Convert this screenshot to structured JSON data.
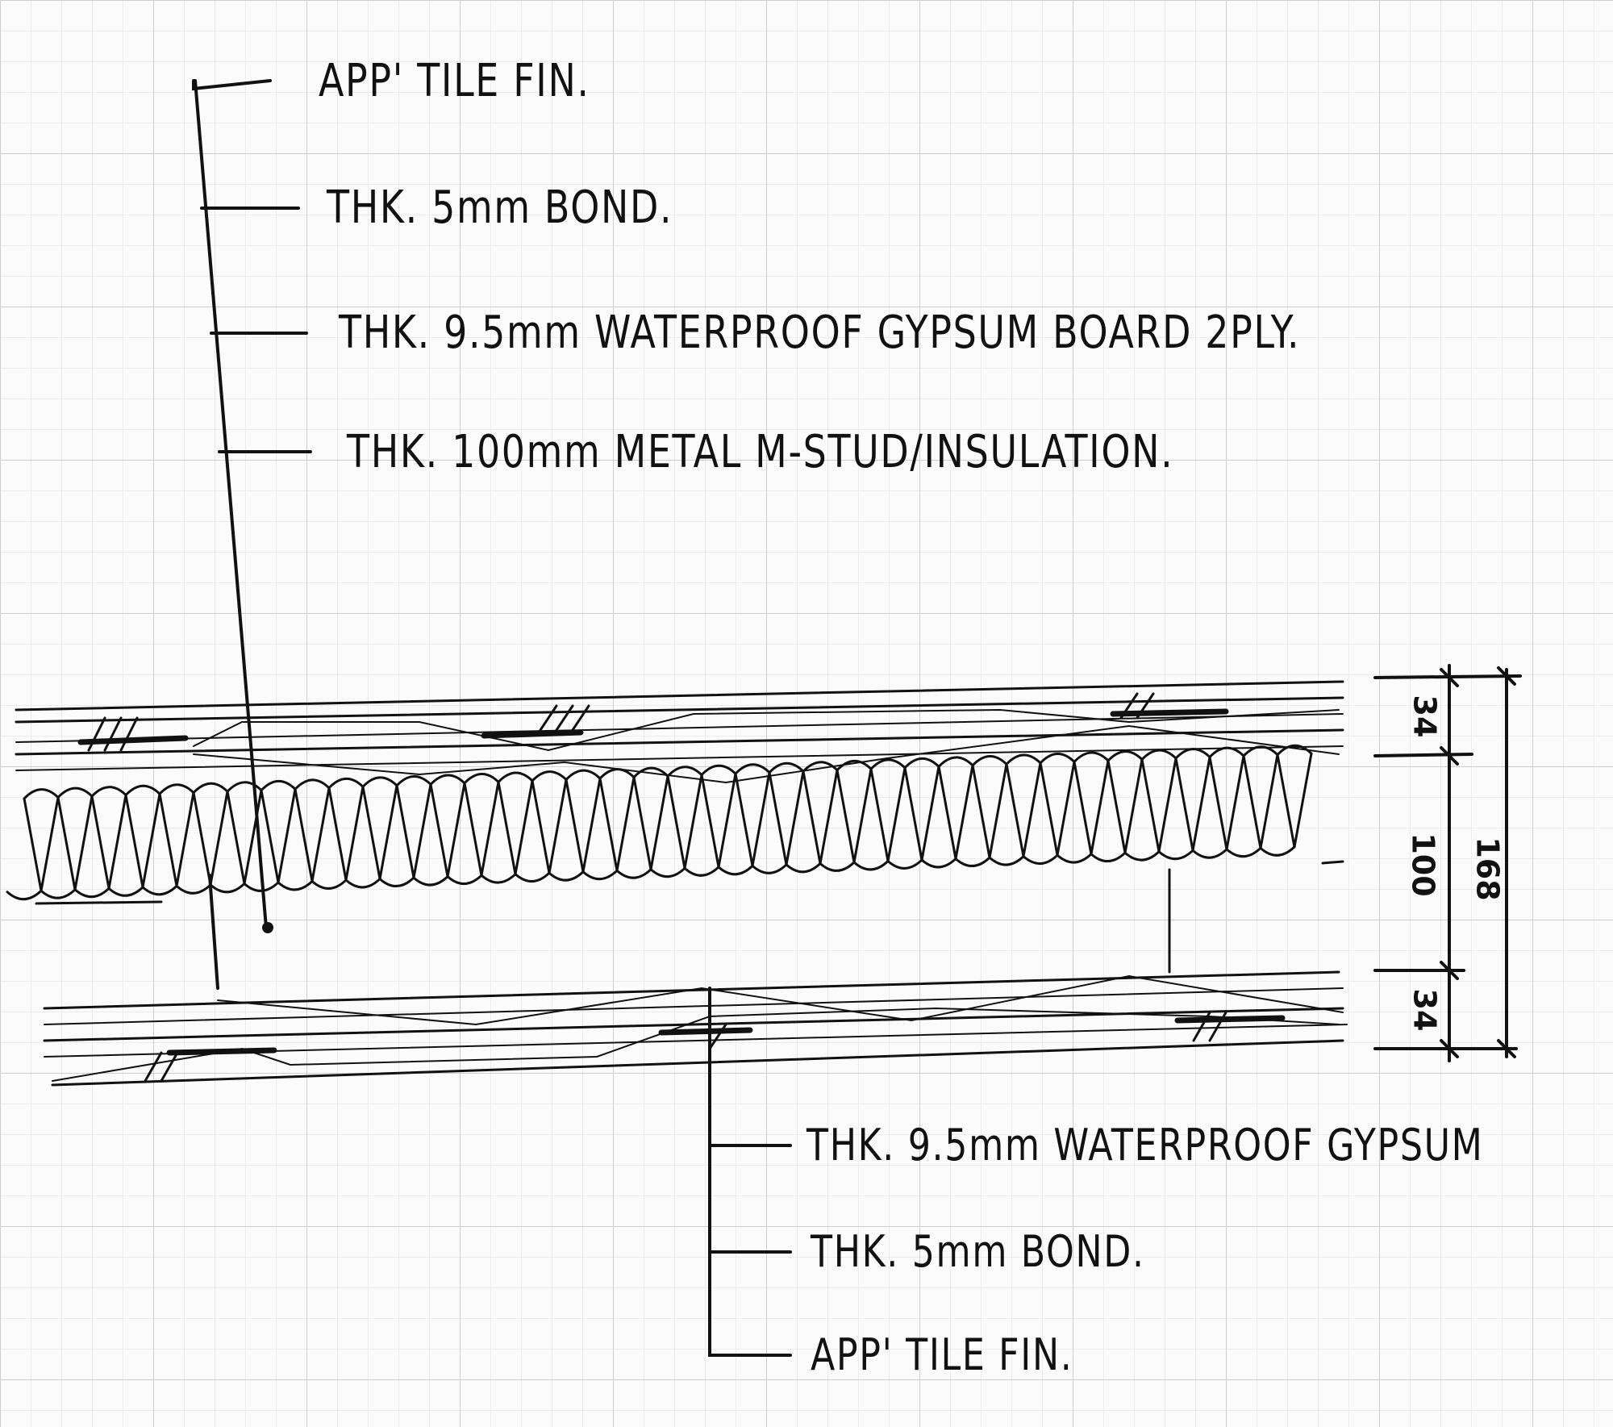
{
  "title": "Wall section sketch - tile / gypsum board / metal stud with insulation",
  "top_callouts": [
    "APP' TILE FIN.",
    "THK. 5mm BOND.",
    "THK. 9.5mm WATERPROOF GYPSUM BOARD 2PLY.",
    "THK. 100mm METAL M-STUD/INSULATION."
  ],
  "bottom_callouts": [
    "THK. 9.5mm WATERPROOF GYPSUM",
    "THK. 5mm BOND.",
    "APP' TILE FIN."
  ],
  "dimensions": {
    "top_layer": "34",
    "core": "100",
    "bottom_layer": "34",
    "total": "168"
  },
  "colors": {
    "ink": "#111111",
    "grid": "#cfcfcf"
  }
}
